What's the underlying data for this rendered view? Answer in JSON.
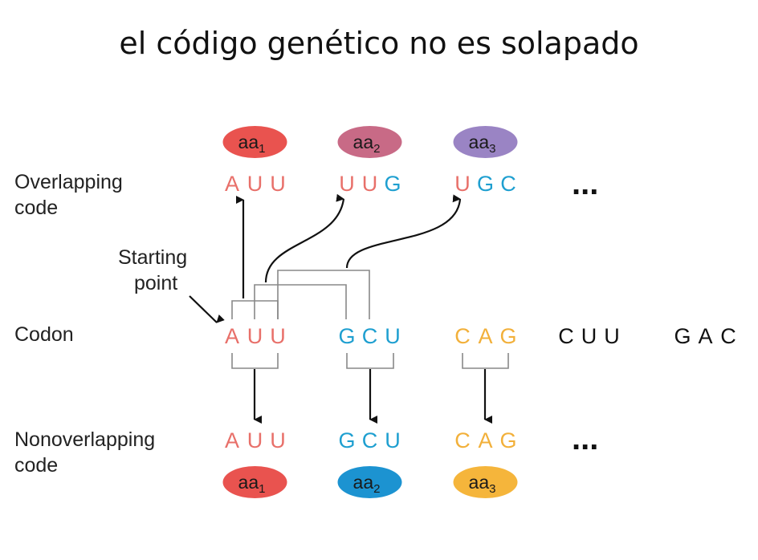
{
  "title": "el código genético no es solapado",
  "labels": {
    "overlapping_line1": "Overlapping",
    "overlapping_line2": "code",
    "starting_line1": "Starting",
    "starting_line2": "point",
    "codon": "Codon",
    "nonoverlapping_line1": "Nonoverlapping",
    "nonoverlapping_line2": "code",
    "ellipsis": "..."
  },
  "colors": {
    "red_base": "#e8706a",
    "blue_base": "#1e9fd0",
    "orange_base": "#f2b03a",
    "black_base": "#111111",
    "aa_red": "#e9534f",
    "aa_mauve": "#c86a86",
    "aa_purple": "#9a84c4",
    "aa_blue": "#1c93d1",
    "aa_orange": "#f5b53b"
  },
  "overlapping_code": {
    "codons": [
      {
        "bases": [
          {
            "b": "A",
            "c": "red"
          },
          {
            "b": "U",
            "c": "red"
          },
          {
            "b": "U",
            "c": "red"
          }
        ],
        "aa": "aa",
        "sub": "1",
        "aa_color": "aa_red"
      },
      {
        "bases": [
          {
            "b": "U",
            "c": "red"
          },
          {
            "b": "U",
            "c": "red"
          },
          {
            "b": "G",
            "c": "blue"
          }
        ],
        "aa": "aa",
        "sub": "2",
        "aa_color": "aa_mauve"
      },
      {
        "bases": [
          {
            "b": "U",
            "c": "red"
          },
          {
            "b": "G",
            "c": "blue"
          },
          {
            "b": "C",
            "c": "blue"
          }
        ],
        "aa": "aa",
        "sub": "3",
        "aa_color": "aa_purple"
      }
    ]
  },
  "codon_row": {
    "codons": [
      {
        "bases": [
          {
            "b": "A",
            "c": "red"
          },
          {
            "b": "U",
            "c": "red"
          },
          {
            "b": "U",
            "c": "red"
          }
        ]
      },
      {
        "bases": [
          {
            "b": "G",
            "c": "blue"
          },
          {
            "b": "C",
            "c": "blue"
          },
          {
            "b": "U",
            "c": "blue"
          }
        ]
      },
      {
        "bases": [
          {
            "b": "C",
            "c": "orange"
          },
          {
            "b": "A",
            "c": "orange"
          },
          {
            "b": "G",
            "c": "orange"
          }
        ]
      },
      {
        "bases": [
          {
            "b": "C",
            "c": "black"
          },
          {
            "b": "U",
            "c": "black"
          },
          {
            "b": "U",
            "c": "black"
          }
        ]
      },
      {
        "bases": [
          {
            "b": "G",
            "c": "black"
          },
          {
            "b": "A",
            "c": "black"
          },
          {
            "b": "C",
            "c": "black"
          }
        ]
      }
    ]
  },
  "nonoverlapping_code": {
    "codons": [
      {
        "bases": [
          {
            "b": "A",
            "c": "red"
          },
          {
            "b": "U",
            "c": "red"
          },
          {
            "b": "U",
            "c": "red"
          }
        ],
        "aa": "aa",
        "sub": "1",
        "aa_color": "aa_red"
      },
      {
        "bases": [
          {
            "b": "G",
            "c": "blue"
          },
          {
            "b": "C",
            "c": "blue"
          },
          {
            "b": "U",
            "c": "blue"
          }
        ],
        "aa": "aa",
        "sub": "2",
        "aa_color": "aa_blue"
      },
      {
        "bases": [
          {
            "b": "C",
            "c": "orange"
          },
          {
            "b": "A",
            "c": "orange"
          },
          {
            "b": "G",
            "c": "orange"
          }
        ],
        "aa": "aa",
        "sub": "3",
        "aa_color": "aa_orange"
      }
    ]
  }
}
